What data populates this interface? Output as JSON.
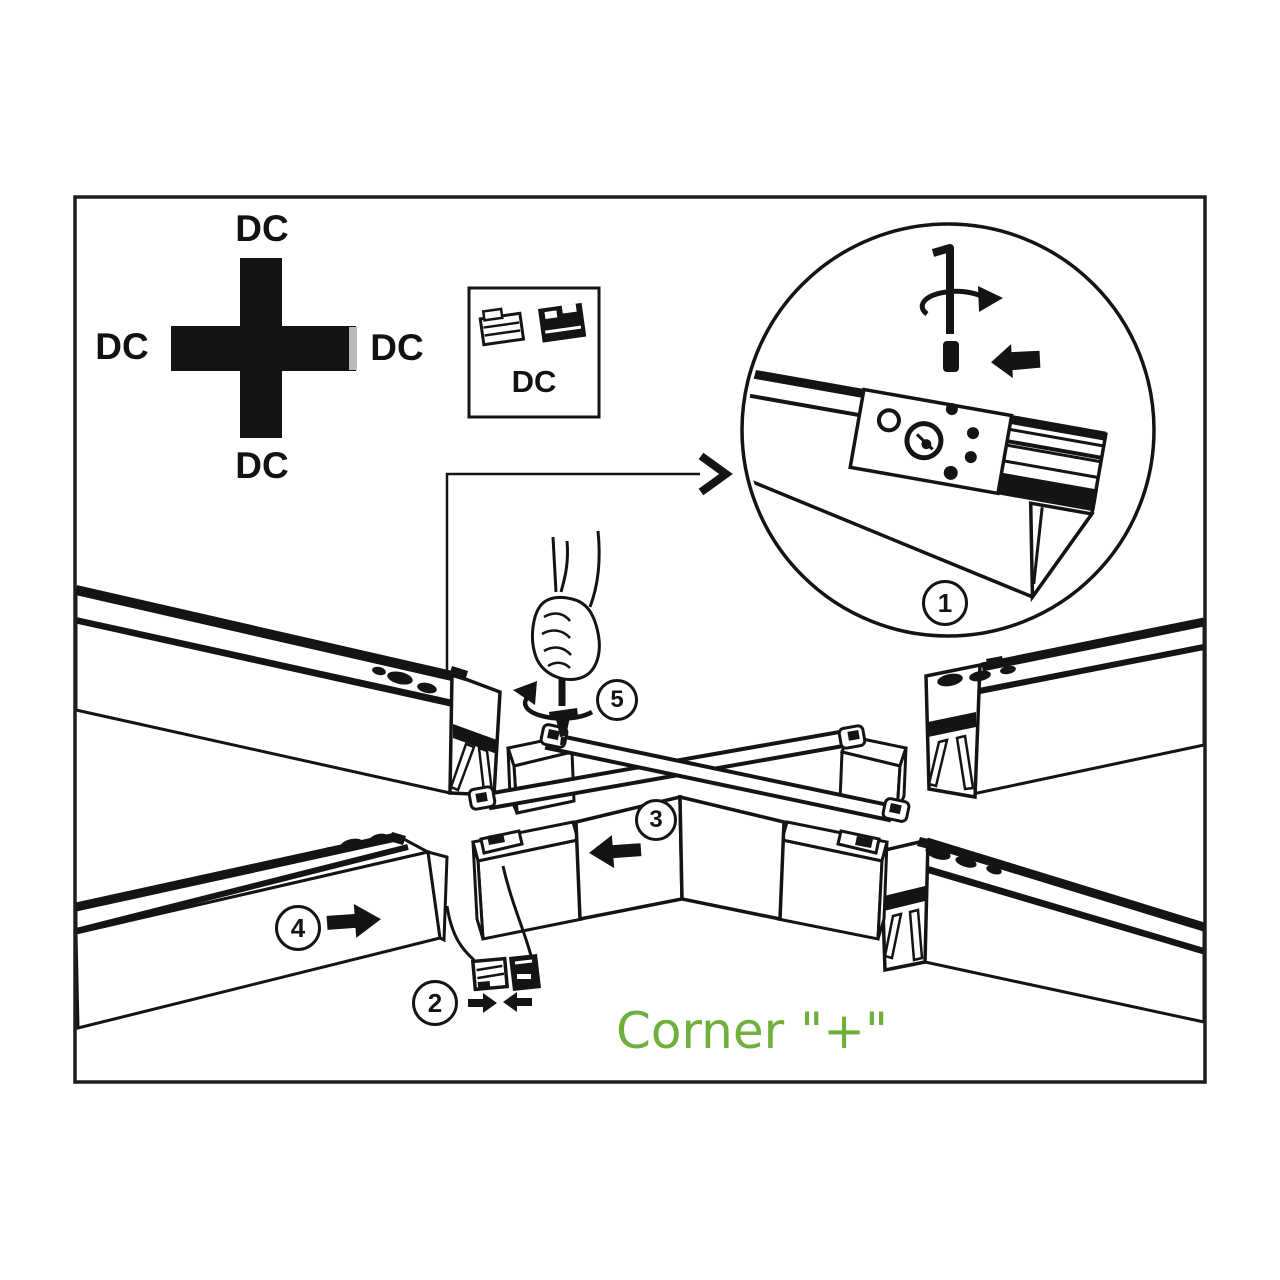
{
  "caption": {
    "text": "Corner \"+\"",
    "color": "#6fb03d"
  },
  "pictogram": {
    "shape": "plus-cross",
    "labels": {
      "top": "DC",
      "left": "DC",
      "right": "DC",
      "bottom": "DC"
    }
  },
  "connector_box": {
    "label": "DC",
    "icons": [
      "connector-plug-white-icon",
      "connector-plug-black-icon"
    ]
  },
  "detail_view": {
    "step": "1",
    "icons": [
      "screwdriver-bit-icon",
      "rotate-clockwise-arrow-icon",
      "insert-left-arrow-icon"
    ]
  },
  "steps": {
    "s1": "1",
    "s2": "2",
    "s3": "3",
    "s4": "4",
    "s5": "5"
  },
  "step_icons": {
    "step2": [
      "arrow-right-icon",
      "arrow-left-icon"
    ],
    "step3": "arrow-left-icon",
    "step4": "arrow-right-icon",
    "step5": "hand-with-screwdriver-icon"
  },
  "colors": {
    "ink": "#141414",
    "accent_green": "#6fb03d",
    "paper": "#ffffff"
  }
}
